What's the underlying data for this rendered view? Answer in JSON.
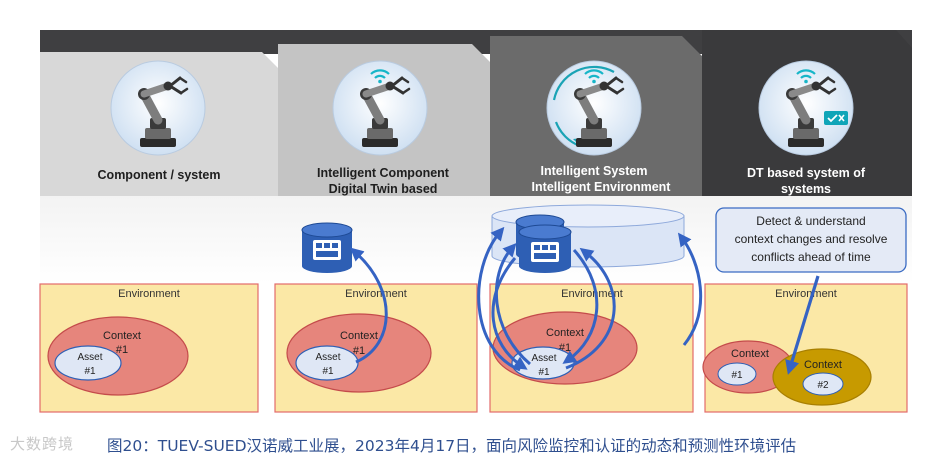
{
  "stages": [
    {
      "title_line1": "Component / system",
      "title_line2": ""
    },
    {
      "title_line1": "Intelligent Component",
      "title_line2": "Digital Twin based"
    },
    {
      "title_line1": "Intelligent System",
      "title_line2": "Intelligent Environment"
    },
    {
      "title_line1": "DT based system of",
      "title_line2": "systems"
    }
  ],
  "environment_label": "Environment",
  "context_label": "Context",
  "context_number": "#1",
  "asset_label": "Asset",
  "asset_number": "#1",
  "context2_number": "#2",
  "callout": {
    "line1": "Detect & understand",
    "line2": "context changes and resolve",
    "line3": "conflicts ahead of time"
  },
  "caption": {
    "brand": "大数跨境",
    "text": "图20：TUEV-SUED汉诺威工业展，2023年4月17日，面向风险监控和认证的动态和预测性环境评估"
  },
  "colors": {
    "header_dark": "#3f3f41",
    "panel1": "#d8d8d8",
    "panel2": "#c4c4c4",
    "panel3": "#6b6b6b",
    "panel4": "#3a3a3c",
    "env_fill": "#fbe8a6",
    "env_border": "#e36b6b",
    "context_fill": "#e6857c",
    "asset_fill": "#dfe7f5",
    "context2_fill": "#c79a00",
    "db_blue": "#2e5fb4",
    "arrow_blue": "#3563c3",
    "callout_fill": "#e4eaf6",
    "callout_border": "#3a6bc3"
  }
}
